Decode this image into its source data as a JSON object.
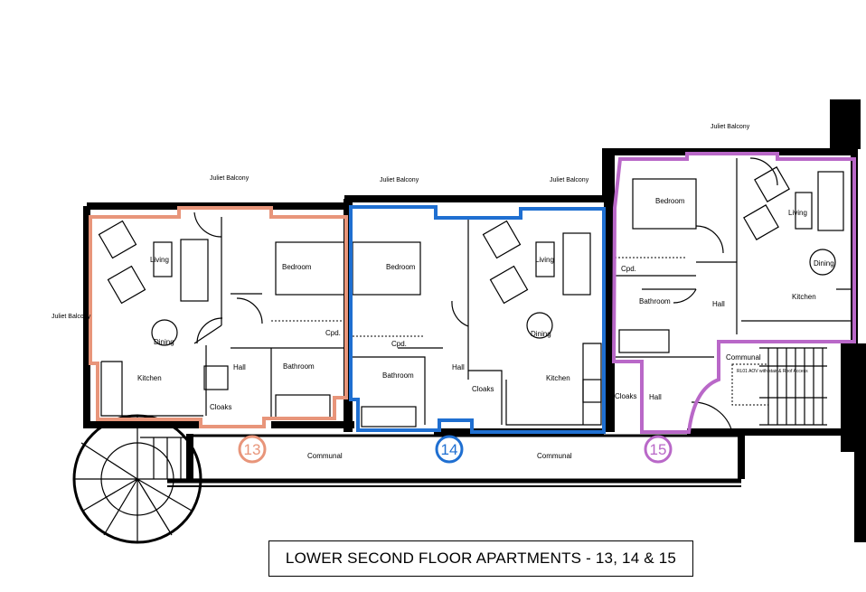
{
  "title": "LOWER SECOND FLOOR APARTMENTS - 13, 14 & 15",
  "balconies": [
    "Juliet Balcony",
    "Juliet Balcony",
    "Juliet Balcony",
    "Juliet Balcony",
    "Juliet Balcony"
  ],
  "communal": [
    "Communal",
    "Communal",
    "Communal"
  ],
  "stair_note": "RL01 AOV with stair & Roof Access",
  "apartments": [
    {
      "number": "13",
      "color": "#e8957a",
      "rooms": {
        "living": "Living",
        "bedroom": "Bedroom",
        "dining": "Dining",
        "kitchen": "Kitchen",
        "hall": "Hall",
        "bathroom": "Bathroom",
        "cloaks": "Cloaks",
        "cpd": "Cpd."
      }
    },
    {
      "number": "14",
      "color": "#1f6fd1",
      "rooms": {
        "bedroom": "Bedroom",
        "cpd": "Cpd.",
        "bathroom": "Bathroom",
        "hall": "Hall",
        "living": "Living",
        "dining": "Dining",
        "cloaks": "Cloaks",
        "kitchen": "Kitchen"
      }
    },
    {
      "number": "15",
      "color": "#b968c8",
      "rooms": {
        "bedroom": "Bedroom",
        "living": "Living",
        "cpd": "Cpd.",
        "dining": "Dining",
        "bathroom": "Bathroom",
        "hall": "Hall",
        "kitchen": "Kitchen",
        "cloaks": "Cloaks",
        "hall2": "Hall"
      }
    }
  ]
}
